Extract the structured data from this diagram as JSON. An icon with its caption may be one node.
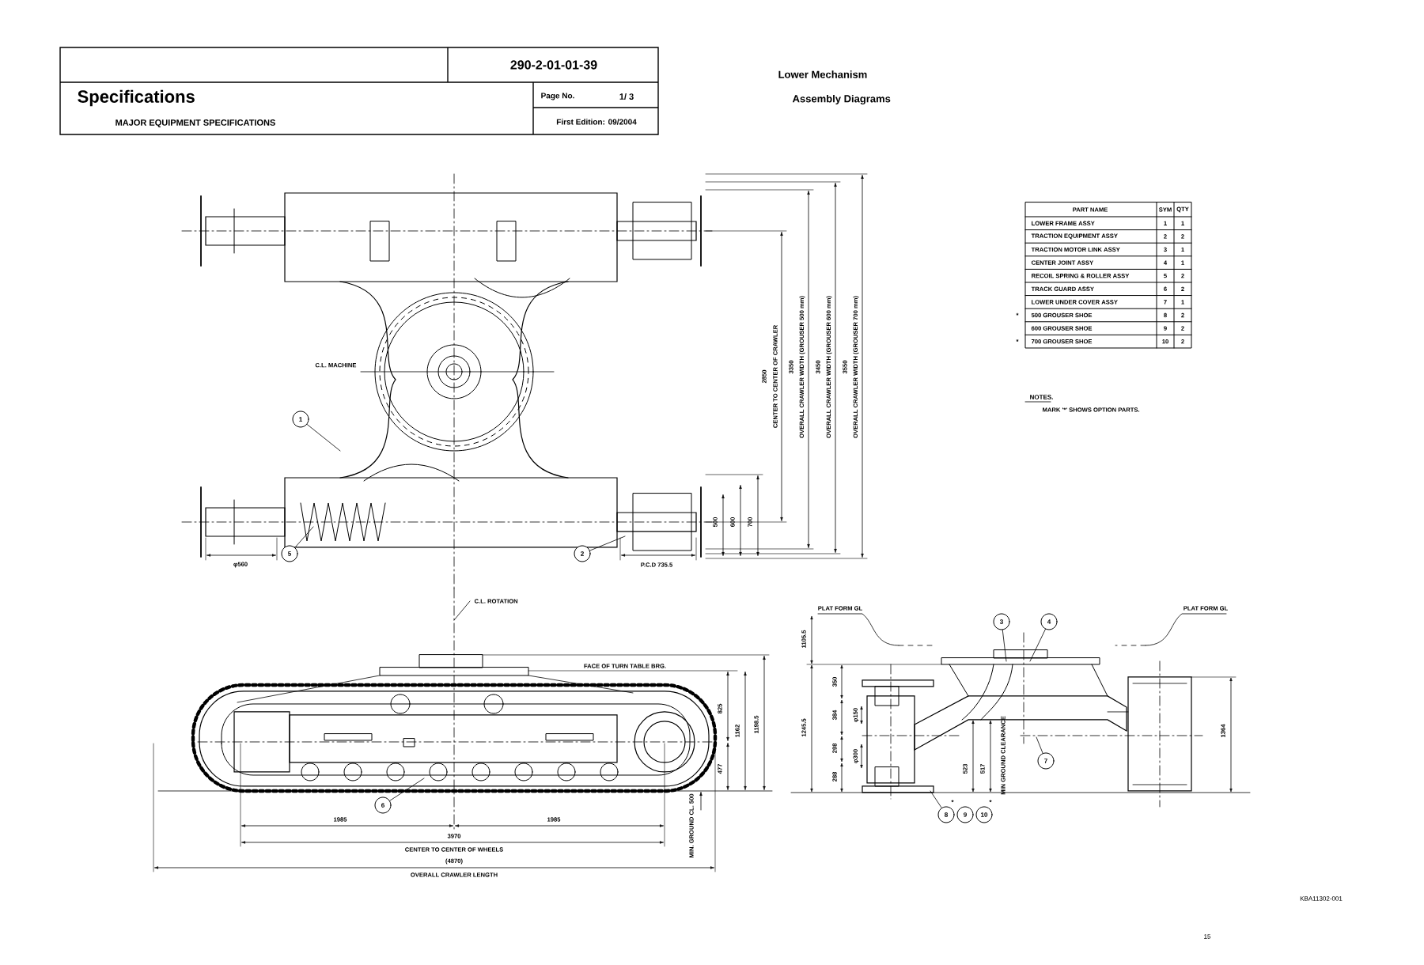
{
  "diagram": {
    "title": "Specifications",
    "nodes": [
      {
        "text": [
          "1"
        ]
      },
      {
        "text": [
          "5"
        ]
      },
      {
        "text": [
          "2"
        ]
      },
      {
        "text": [
          "3"
        ]
      },
      {
        "text": [
          "4"
        ]
      },
      {
        "text": [
          "7"
        ]
      },
      {
        "text": [
          "6"
        ]
      },
      {
        "text": [
          "8"
        ],
        "beside": [
          "*"
        ]
      },
      {
        "text": [
          "9"
        ]
      },
      {
        "text": [
          "10"
        ],
        "beside": [
          "*"
        ]
      }
    ],
    "edges": [
      {
        "from": 0,
        "to": null,
        "arrow": "none"
      },
      {
        "from": 1,
        "to": null,
        "arrow": "none"
      },
      {
        "from": 2,
        "to": null,
        "arrow": "none"
      },
      {
        "from": 3,
        "to": null,
        "arrow": "none"
      },
      {
        "from": 4,
        "to": null,
        "arrow": "none"
      },
      {
        "from": 5,
        "to": null,
        "arrow": "none"
      },
      {
        "from": 6,
        "to": null,
        "arrow": "none"
      },
      {
        "from": 7,
        "to": null,
        "arrow": "none"
      }
    ],
    "labels": [
      "290-2-01-01-39",
      "MAJOR EQUIPMENT SPECIFICATIONS",
      "Page No.",
      "1/ 3",
      "First Edition: 09/2004",
      "Lower Mechanism",
      "Assembly Diagrams",
      "PART NAME",
      "SYM",
      "QTY",
      "LOWER FRAME ASSY",
      "1",
      "1",
      "TRACTION EQUIPMENT ASSY",
      "2",
      "2",
      "TRACTION MOTOR LINK ASSY",
      "3",
      "1",
      "CENTER JOINT ASSY",
      "4",
      "1",
      "RECOIL SPRING & ROLLER ASSY",
      "5",
      "2",
      "TRACK GUARD ASSY",
      "6",
      "2",
      "LOWER UNDER COVER ASSY",
      "7",
      "1",
      "*",
      "500 GROUSER SHOE",
      "8",
      "2",
      "600 GROUSER SHOE",
      "9",
      "2",
      "*",
      "700 GROUSER SHOE",
      "10",
      "2",
      "NOTES.",
      "MARK '*' SHOWS OPTION PARTS.",
      "C.L. MACHINE",
      "φ560",
      "P.C.D 735.5",
      "500",
      "600",
      "700",
      "2850",
      "CENTER TO CENTER OF CRAWLER",
      "3350",
      "OVERALL CRAWLER WIDTH (GROUSER 500 mm)",
      "3450",
      "OVERALL CRAWLER WIDTH (GROUSER 600 mm)",
      "3550",
      "OVERALL CRAWLER WIDTH (GROUSER 700 mm)",
      "C.L. ROTATION",
      "FACE OF TURN TABLE BRG.",
      "825",
      "1162",
      "1198.5",
      "477",
      "MIN. GROUND CL. 500",
      "1985",
      "1985",
      "3970",
      "CENTER TO CENTER OF WHEELS",
      "(4870)",
      "OVERALL CRAWLER LENGTH",
      "PLAT FORM GL",
      "PLAT FORM GL",
      "1105.5",
      "1245.5",
      "350",
      "384",
      "298",
      "288",
      "φ150",
      "φ300",
      "523",
      "517",
      "MIN GROUND CLEARANCE",
      "1364",
      "KBA11302-001",
      "15"
    ]
  }
}
